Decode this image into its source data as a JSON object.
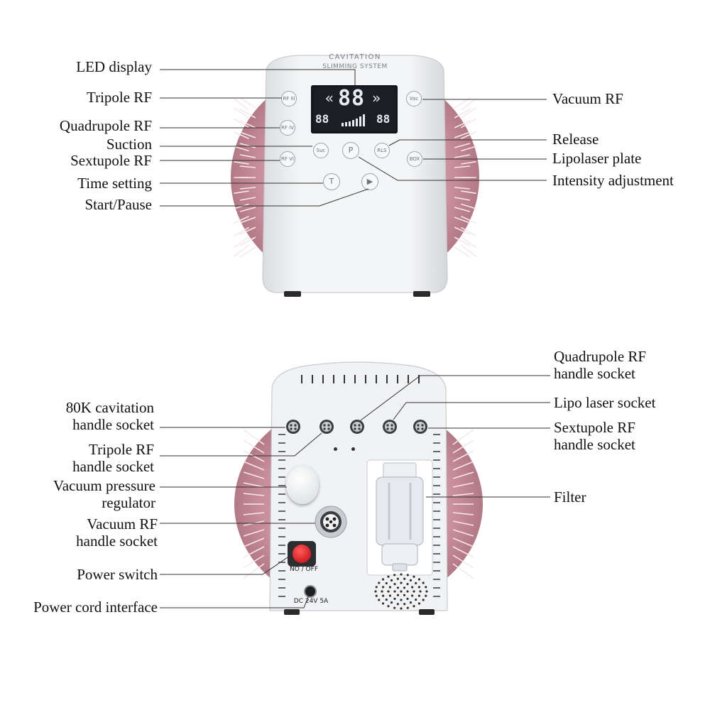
{
  "front": {
    "brand_line1": "CAVITATION",
    "brand_line2": "SLIMMING SYSTEM",
    "display": {
      "big": "88",
      "left_small": "88",
      "right_small": "88",
      "arrow_left": "«",
      "arrow_right": "»"
    },
    "buttons": {
      "tripole": "RF III",
      "quadrupole": "RF IV",
      "sextupole": "RF VI",
      "suction": "Suc",
      "power": "P",
      "release": "RLS",
      "vacuum": "Vac",
      "lipo": "BOX",
      "time": "T",
      "start": "▶"
    },
    "labels": {
      "led_display": "LED display",
      "tripole_rf": "Tripole RF",
      "quadrupole_rf": "Quadrupole RF",
      "suction": "Suction",
      "sextupole_rf": "Sextupole RF",
      "time_setting": "Time setting",
      "start_pause": "Start/Pause",
      "vacuum_rf": "Vacuum RF",
      "release": "Release",
      "lipolaser_plate": "Lipolaser plate",
      "intensity_adjustment": "Intensity adjustment"
    }
  },
  "back": {
    "switch_text": "NO / OFF",
    "dc_text": "DC 24V 5A",
    "labels": {
      "cavitation_socket": [
        "80K cavitation",
        "handle socket"
      ],
      "tripole_socket": [
        "Tripole RF",
        "handle socket"
      ],
      "vacuum_regulator": [
        "Vacuum pressure",
        "regulator"
      ],
      "vacuum_socket": [
        "Vacuum RF",
        "handle socket"
      ],
      "power_switch": "Power switch",
      "power_cord": "Power cord interface",
      "quadrupole_socket": [
        "Quadrupole RF",
        "handle socket"
      ],
      "lipo_socket": "Lipo laser socket",
      "sextupole_socket": [
        "Sextupole RF",
        "handle socket"
      ],
      "filter": "Filter"
    }
  },
  "colors": {
    "shell": "#c98f9b",
    "body": "#eeeff1",
    "display": "#1b1f25",
    "switch_red": "#d9262b",
    "line": "#333333"
  }
}
